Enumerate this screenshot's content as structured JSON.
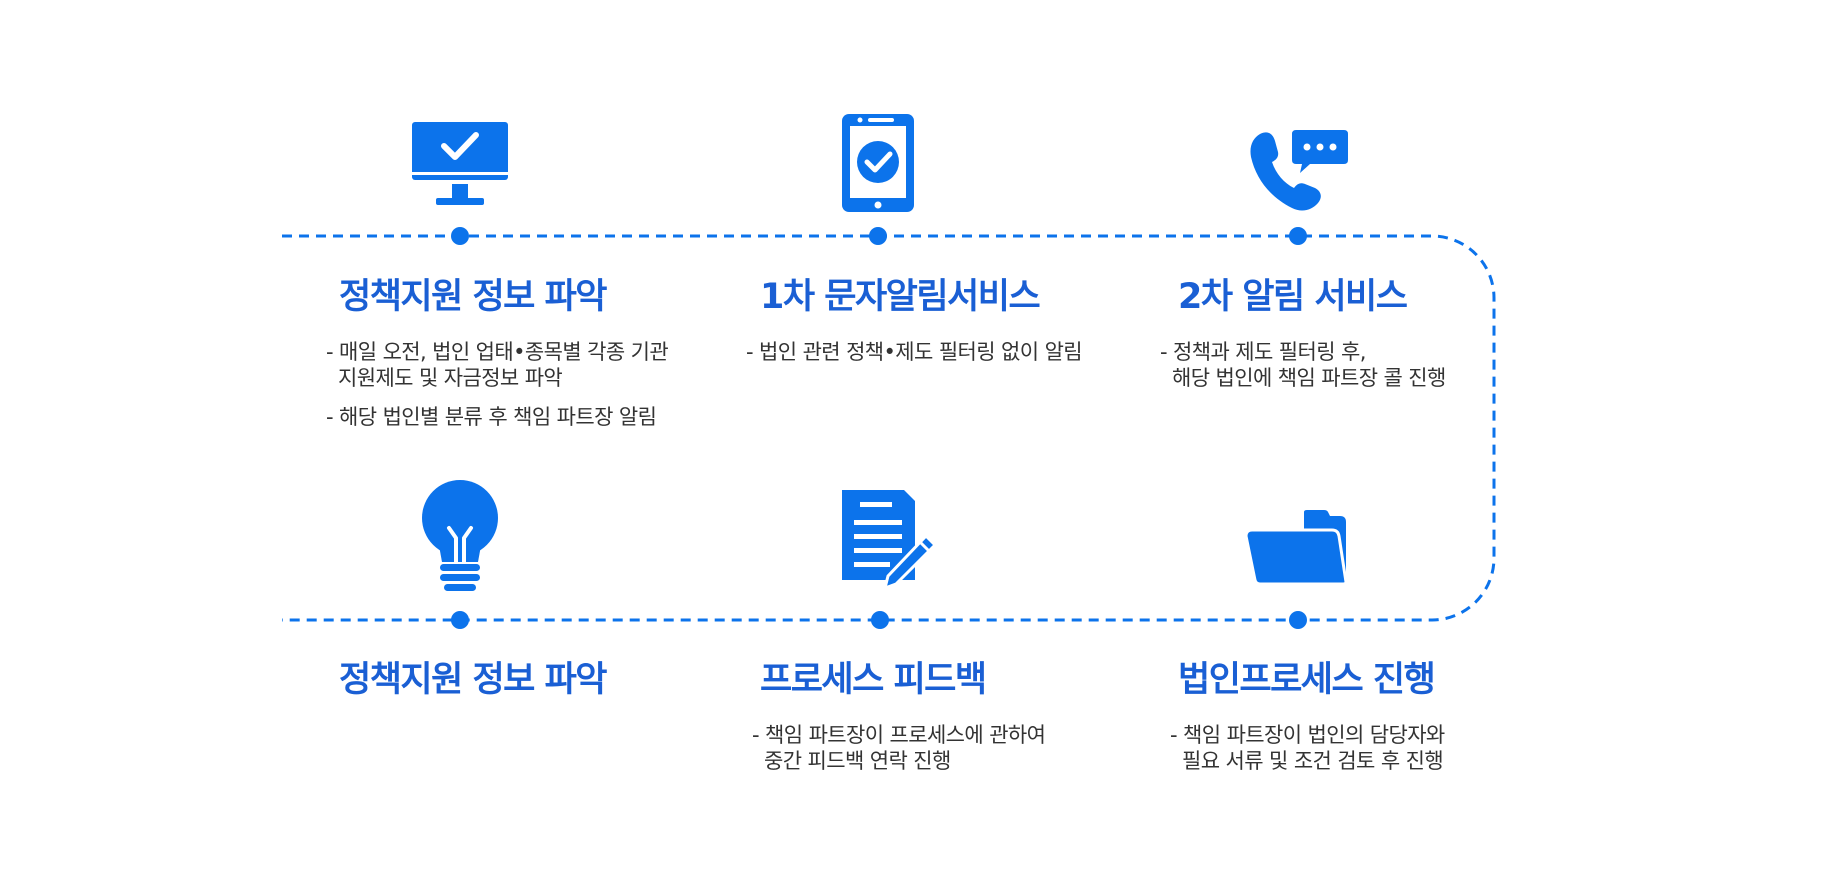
{
  "colors": {
    "accent": "#0c73eb",
    "title": "#1a5fd4",
    "text": "#333333"
  },
  "steps": [
    {
      "icon": "monitor-check-icon",
      "title": "정책지원 정보 파악",
      "desc": [
        [
          "- 매일 오전, 법인 업태•종목별 각종 기관",
          "지원제도 및 자금정보 파악"
        ],
        [
          "- 해당 법인별 분류 후 책임 파트장 알림"
        ]
      ]
    },
    {
      "icon": "tablet-check-icon",
      "title": "1차 문자알림서비스",
      "desc": [
        [
          "- 법인 관련 정책•제도 필터링 없이 알림"
        ]
      ]
    },
    {
      "icon": "phone-chat-icon",
      "title": "2차 알림 서비스",
      "desc": [
        [
          "- 정책과 제도 필터링 후,",
          "해당 법인에 책임 파트장 콜 진행"
        ]
      ]
    },
    {
      "icon": "lightbulb-icon",
      "title": "정책지원 정보 파악",
      "desc": []
    },
    {
      "icon": "document-pen-icon",
      "title": "프로세스 피드백",
      "desc": [
        [
          "- 책임 파트장이 프로세스에 관하여",
          "중간 피드백 연락 진행"
        ]
      ]
    },
    {
      "icon": "folder-icon",
      "title": "법인프로세스 진행",
      "desc": [
        [
          "- 책임 파트장이 법인의 담당자와",
          "필요 서류 및 조건 검토 후 진행"
        ]
      ]
    }
  ]
}
